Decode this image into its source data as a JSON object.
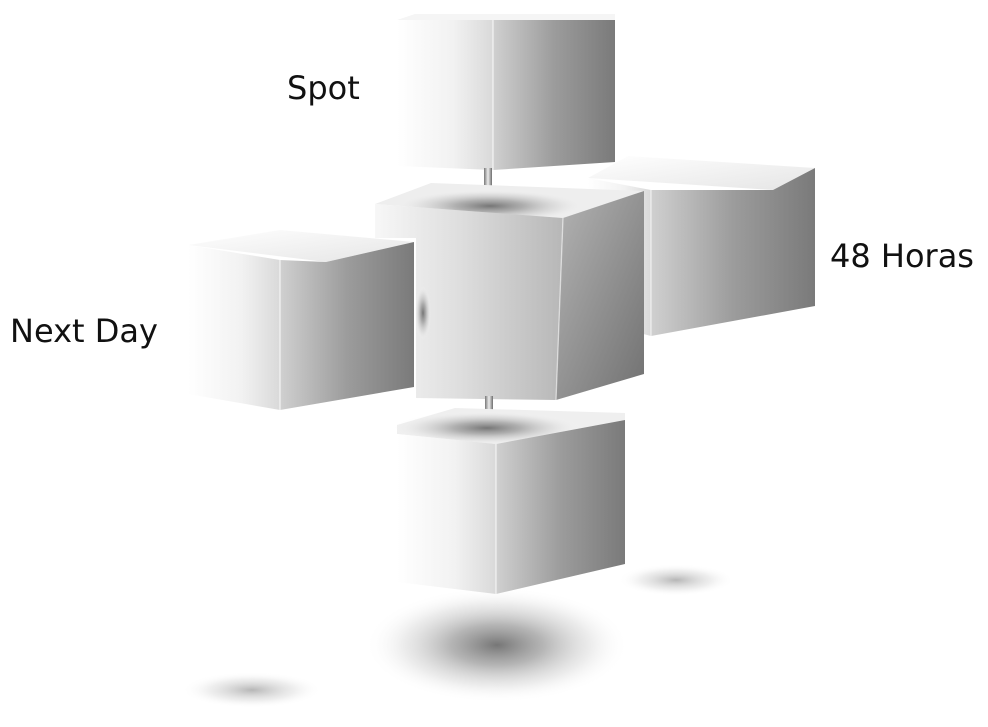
{
  "diagram": {
    "labels": {
      "top": "Spot",
      "left": "Next Day",
      "right": "48 Horas"
    },
    "colors": {
      "background": "#ffffff",
      "label_text": "#111111",
      "cube_light": "#ffffff",
      "cube_mid": "#cfcfcf",
      "cube_dark": "#777777",
      "shadow": "#6f6f6f"
    }
  }
}
